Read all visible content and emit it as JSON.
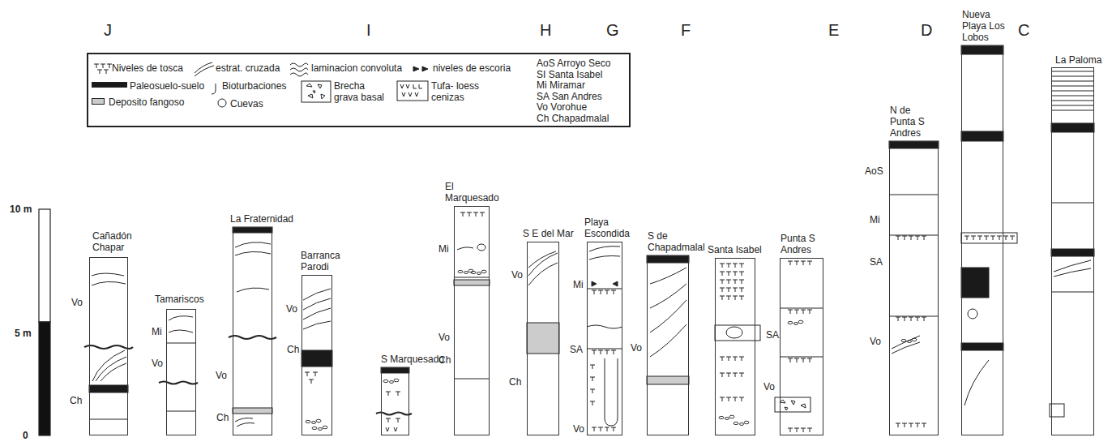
{
  "diagram": {
    "nodes": [
      {
        "text": [
          "Cañadón Chapar"
        ]
      },
      {
        "text": [
          "Tamariscos"
        ]
      },
      {
        "text": [
          "La Fraternidad"
        ]
      },
      {
        "text": [
          "Barranca Parodi"
        ]
      },
      {
        "text": [
          "S Marquesado"
        ]
      },
      {
        "text": [
          "El Marquesado"
        ]
      },
      {
        "text": [
          "S E del Mar"
        ]
      },
      {
        "text": [
          "Playa Escondida"
        ]
      },
      {
        "text": [
          "S de Chapadmalal"
        ]
      },
      {
        "text": [
          "Santa Isabel"
        ]
      },
      {
        "text": [
          "Punta S Andres"
        ]
      },
      {
        "text": [
          "N de Punta S Andres"
        ]
      },
      {
        "text": [
          "Nueva Playa Los Lobos"
        ]
      },
      {
        "text": [
          "La Paloma"
        ]
      }
    ],
    "labels": [
      "J",
      "I",
      "H",
      "G",
      "F",
      "E",
      "D",
      "C",
      "10 m",
      "5 m",
      "0",
      "AoS Arroyo Seco",
      "SI Santa Isabel",
      "Mi Miramar",
      "SA San Andres",
      "Vo Vorohue",
      "Ch Chapadmalal",
      "Vo",
      "Ch",
      "Mi",
      "Vo",
      "Vo",
      "Ch",
      "Vo",
      "Ch",
      "Mi",
      "Vo",
      "Ch",
      "Vo",
      "Ch",
      "Mi",
      "SA",
      "Vo",
      "Vo",
      "SA",
      "Vo",
      "AoS",
      "Mi",
      "SA",
      "Vo"
    ],
    "legend": [
      {
        "text": "Niveles de tosca"
      },
      {
        "text": "estrat. cruzada"
      },
      {
        "text": "laminacion convoluta"
      },
      {
        "text": "niveles de escoria"
      },
      {
        "text": "Paleosuelo-suelo",
        "color": "#1a1a1a"
      },
      {
        "text": "Bioturbaciones"
      },
      {
        "text": "Brecha grava basal"
      },
      {
        "text": "Tufa- loess cenizas"
      },
      {
        "text": "Deposito fangoso",
        "color": "#cccccc"
      },
      {
        "text": "Cuevas"
      }
    ]
  }
}
